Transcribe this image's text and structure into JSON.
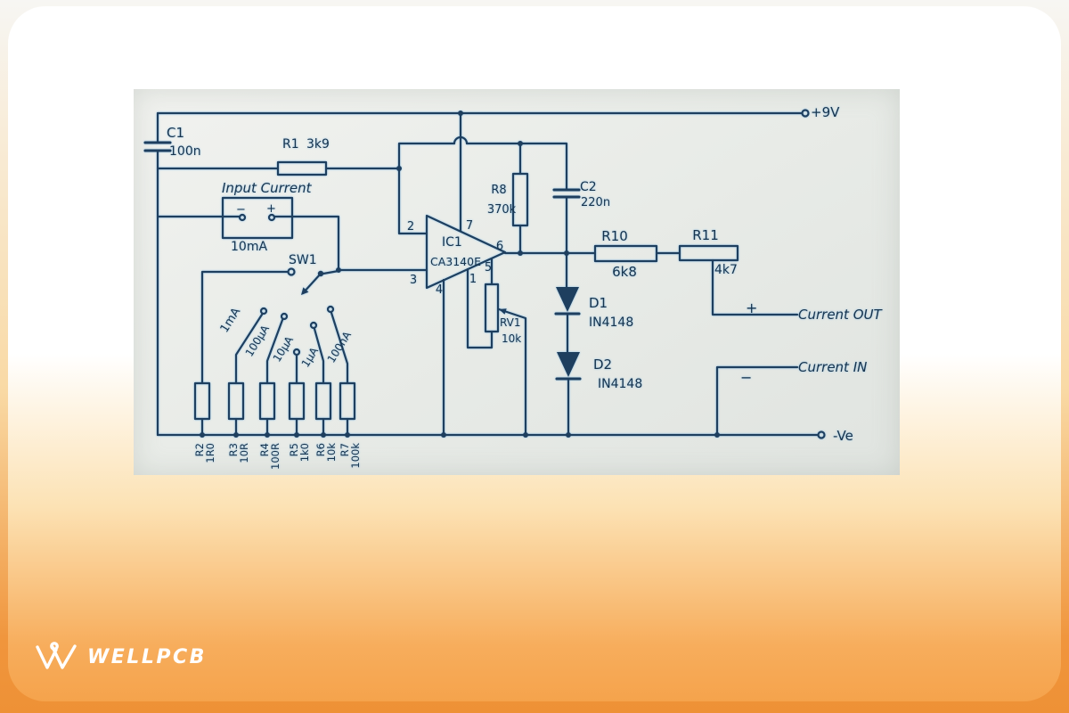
{
  "page": {
    "logo_text": "WELLPCB"
  },
  "colors": {
    "ink": "#1e3f5f",
    "paper": "#e9ece8",
    "card_orange": "#f5a34c",
    "logo_white": "#ffffff"
  },
  "schematic": {
    "power": {
      "vplus": "+9V",
      "vminus": "-Ve"
    },
    "io": {
      "current_out": "Current OUT",
      "out_plus": "+",
      "current_in": "Current IN",
      "in_minus": "−"
    },
    "meter": {
      "title": "Input Current",
      "range": "10mA",
      "minus": "−",
      "plus": "+"
    },
    "switch": {
      "name": "SW1"
    },
    "opamp": {
      "name": "IC1",
      "part": "CA3140E",
      "pins": {
        "p1": "1",
        "p2": "2",
        "p3": "3",
        "p4": "4",
        "p5": "5",
        "p6": "6",
        "p7": "7"
      }
    },
    "c1": {
      "name": "C1",
      "value": "100n"
    },
    "r1": {
      "name": "R1",
      "value": "3k9"
    },
    "r8": {
      "name": "R8",
      "value": "370k"
    },
    "c2": {
      "name": "C2",
      "value": "220n"
    },
    "r10": {
      "name": "R10",
      "value": "6k8"
    },
    "r11": {
      "name": "R11",
      "value": "4k7"
    },
    "rv1": {
      "name": "RV1",
      "value": "10k"
    },
    "d1": {
      "name": "D1",
      "part": "IN4148"
    },
    "d2": {
      "name": "D2",
      "part": "IN4148"
    },
    "bank": [
      {
        "name": "R2",
        "value": "1R0",
        "range": ""
      },
      {
        "name": "R3",
        "value": "10R",
        "range": "1mA"
      },
      {
        "name": "R4",
        "value": "100R",
        "range": "100µA"
      },
      {
        "name": "R5",
        "value": "1k0",
        "range": "10µA"
      },
      {
        "name": "R6",
        "value": "10k",
        "range": "1µA"
      },
      {
        "name": "R7",
        "value": "100k",
        "range": "100nA"
      }
    ]
  }
}
